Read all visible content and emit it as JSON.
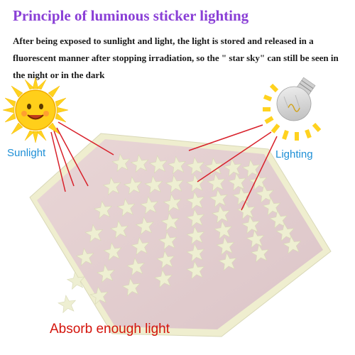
{
  "title": "Principle of luminous sticker lighting",
  "description": "After being exposed to sunlight and light, the light is stored and released in a fluorescent manner after stopping irradiation, so the \" star sky\" can still be seen in the night or in the dark",
  "labels": {
    "sunlight": "Sunlight",
    "lighting": "Lighting",
    "absorb": "Absorb enough light"
  },
  "colors": {
    "title": "#8a3fd6",
    "label_blue": "#1e8fd6",
    "label_red": "#d4140c",
    "ray": "#d8202a",
    "sheet_pink": "#e8d3d3",
    "star": "#eeefd2",
    "sun": "#ffd21f"
  },
  "icons": [
    "sun-icon",
    "light-bulb-icon",
    "star-sticker-sheet"
  ]
}
